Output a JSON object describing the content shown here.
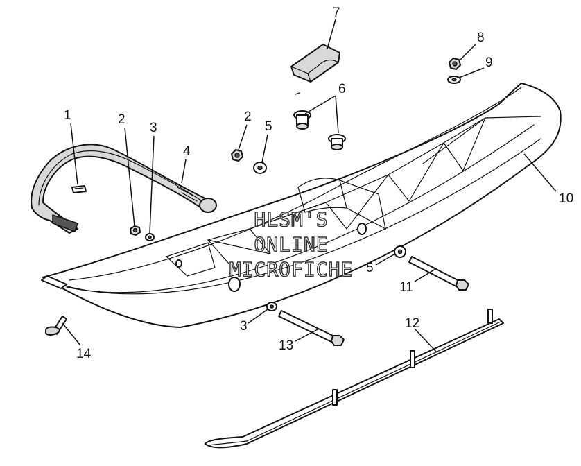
{
  "callouts": [
    {
      "id": "1",
      "label": "1"
    },
    {
      "id": "2a",
      "label": "2"
    },
    {
      "id": "3a",
      "label": "3"
    },
    {
      "id": "4",
      "label": "4"
    },
    {
      "id": "2b",
      "label": "2"
    },
    {
      "id": "5a",
      "label": "5"
    },
    {
      "id": "6",
      "label": "6"
    },
    {
      "id": "7",
      "label": "7"
    },
    {
      "id": "8",
      "label": "8"
    },
    {
      "id": "9",
      "label": "9"
    },
    {
      "id": "10",
      "label": "10"
    },
    {
      "id": "5b",
      "label": "5"
    },
    {
      "id": "11",
      "label": "11"
    },
    {
      "id": "3b",
      "label": "3"
    },
    {
      "id": "13",
      "label": "13"
    },
    {
      "id": "12",
      "label": "12"
    },
    {
      "id": "14",
      "label": "14"
    }
  ],
  "watermark": {
    "line1": "HLSM'S",
    "line2": "ONLINE",
    "line3": "MICROFICHE"
  }
}
